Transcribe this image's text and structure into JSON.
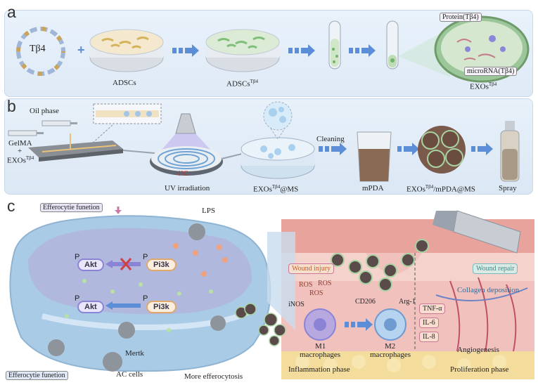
{
  "panel_a": {
    "letter": "a",
    "plasmid_label": "Tβ4",
    "labels": {
      "adscs": "ADSCs",
      "adscs_tb4": "ADSCs",
      "adscs_tb4_sup": "Tβ4",
      "exos_tb4": "EXOs",
      "exos_tb4_sup": "Tβ4"
    },
    "callouts": {
      "protein": "Protein(Tβ4)",
      "microrna": "microRNA(Tβ4)"
    }
  },
  "panel_b": {
    "letter": "b",
    "oil_phase": "Oil phase",
    "gelma": "GelMA",
    "plus": "+",
    "exos_tb4": "EXOs",
    "exos_tb4_sup": "Tβ4",
    "temp": "4°C",
    "steps": {
      "uv": "UV irradiation",
      "exos_ms": "EXOs",
      "exos_ms_sup": "Tβ4",
      "exos_ms_tail": "@MS",
      "cleaning": "Cleaning",
      "mpda": "mPDA",
      "exos_mpda": "EXOs",
      "exos_mpda_sup": "Tβ4",
      "exos_mpda_tail": "/mPDA@MS",
      "spray": "Spray"
    }
  },
  "panel_c": {
    "letter": "c",
    "efferocytosis_top": "Efferocytie funetion",
    "efferocytosis_bottom": "Efferocytie funetion",
    "lps": "LPS",
    "p": "P",
    "akt": "Akt",
    "pi3k": "Pi3k",
    "mertk": "Mertk",
    "ac_cells": "AC cells",
    "more_efferocytosis": "More efferocytosis",
    "wound_injury": "Wound injury",
    "wound_repair": "Wound repair",
    "ros": "ROS",
    "inos": "iNOS",
    "cd206": "CD206",
    "arg1": "Arg-1",
    "m1": "M1",
    "m2": "M2",
    "macrophages": "macrophages",
    "cytokines": [
      "TNF-α",
      "IL-6",
      "IL-8"
    ],
    "collagen": "Collagen deposition",
    "angiogenesis": "Angiogenesis",
    "inflammation_phase": "Inflammation phase",
    "proliferation_phase": "Proliferation phase"
  },
  "colors": {
    "arrow_blue": "#5b8ed6",
    "akt_purple": "#8b84d6",
    "pi3k_orange": "#e0a86a",
    "skin_pink": "#e9a9a4"
  }
}
